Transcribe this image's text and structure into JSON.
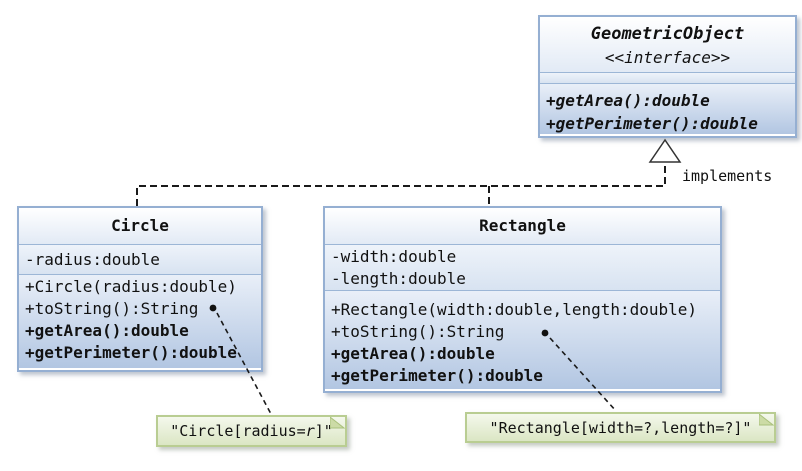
{
  "interface": {
    "name": "GeometricObject",
    "stereotype": "<<interface>>",
    "methods": [
      "+getArea():double",
      "+getPerimeter():double"
    ]
  },
  "relation": {
    "label": "implements"
  },
  "classes": [
    {
      "name": "Circle",
      "attributes": [
        "-radius:double"
      ],
      "methods": [
        "+Circle(radius:double)",
        "+toString():String",
        "+getArea():double",
        "+getPerimeter():double"
      ]
    },
    {
      "name": "Rectangle",
      "attributes": [
        "-width:double",
        "-length:double"
      ],
      "methods": [
        "+Rectangle(width:double,length:double)",
        "+toString():String",
        "+getArea():double",
        "+getPerimeter():double"
      ]
    }
  ],
  "notes": [
    {
      "prefix": "\"Circle[radius=",
      "variable": "r",
      "suffix": "]\""
    },
    {
      "text": "\"Rectangle[width=?,length=?]\""
    }
  ],
  "colors": {
    "box_border": "#95afd2",
    "box_fill_top": "#ffffff",
    "box_fill_bottom": "#b2c6e2",
    "note_border": "#b9cd92",
    "note_fill": "#e7efd3",
    "connector": "#1a1a1a",
    "text": "#111111"
  }
}
